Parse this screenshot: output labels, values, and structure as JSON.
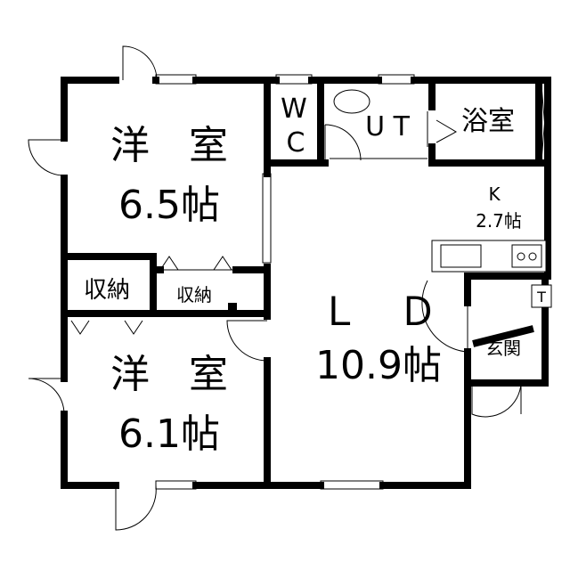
{
  "rooms": {
    "western1": {
      "name": "洋　室",
      "size": "6.5帖"
    },
    "western2": {
      "name": "洋　室",
      "size": "6.1帖"
    },
    "ld": {
      "name": "Ｌ　Ｄ",
      "size": "10.9帖"
    },
    "kitchen": {
      "name": "K",
      "size": "2.7帖"
    },
    "storage_large": {
      "name": "収納"
    },
    "storage_small": {
      "name": "収納"
    },
    "wc": {
      "line1": "W",
      "line2": "C"
    },
    "ut": {
      "name": "U T"
    },
    "bath": {
      "name": "浴室"
    },
    "entrance": {
      "name": "玄関"
    },
    "shoe_cabinet": {
      "name": "T"
    }
  }
}
